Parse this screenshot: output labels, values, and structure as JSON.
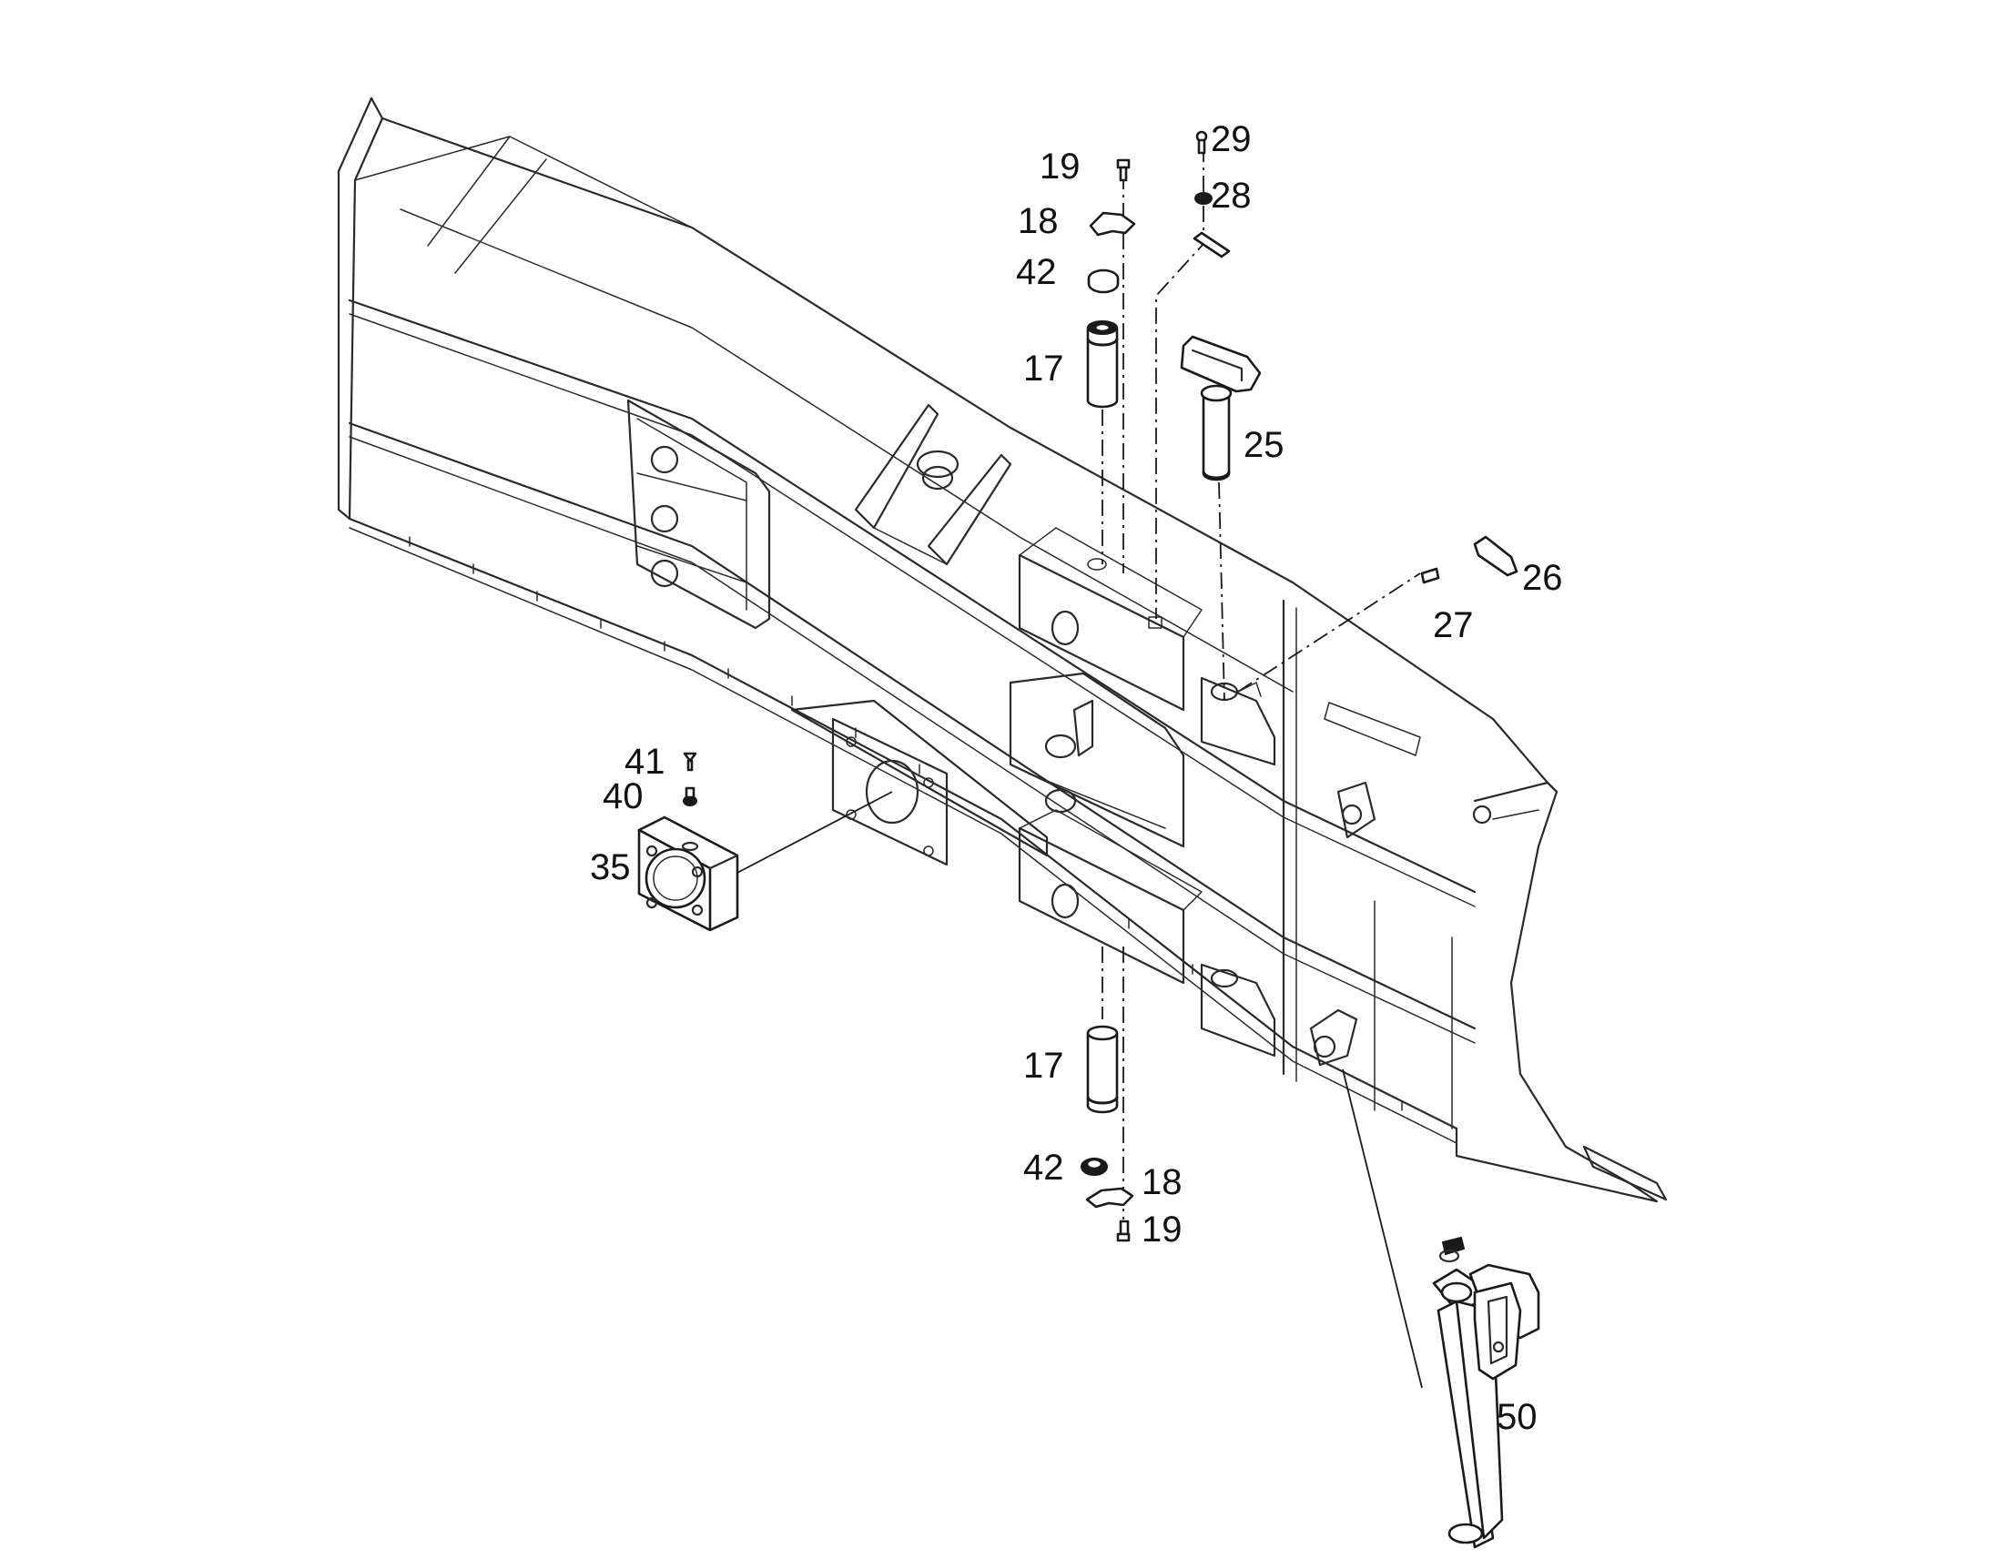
{
  "callouts": {
    "c17_upper": "17",
    "c17_lower": "17",
    "c18_upper": "18",
    "c18_lower": "18",
    "c19_upper": "19",
    "c19_lower": "19",
    "c25": "25",
    "c26": "26",
    "c27": "27",
    "c28": "28",
    "c29": "29",
    "c35": "35",
    "c40": "40",
    "c41": "41",
    "c42_upper": "42",
    "c42_lower": "42",
    "c50": "50"
  }
}
